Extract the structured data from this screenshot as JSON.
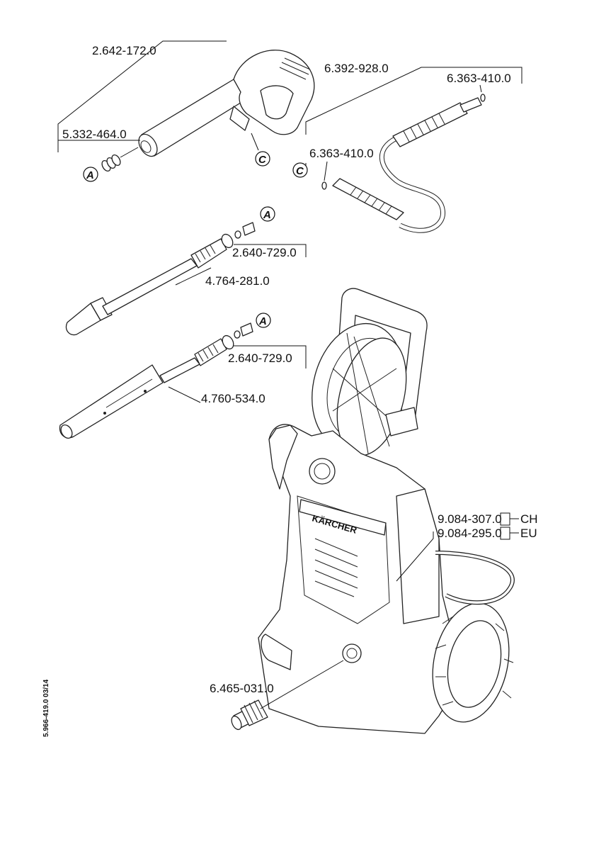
{
  "parts": {
    "trigger_gun": "2.642-172.0",
    "gun_nipple": "5.332-464.0",
    "hose": "6.392-928.0",
    "oring_hose_end": "6.363-410.0",
    "oring_hose_start": "6.363-410.0",
    "spray_lance_oring": "2.640-729.0",
    "dirt_blaster_lance": "4.764-281.0",
    "vario_lance_oring": "2.640-729.0",
    "vario_lance": "4.760-534.0",
    "power_cord_ch": "9.084-307.0",
    "power_cord_eu": "9.084-295.0",
    "water_inlet_coupling": "6.465-031.0"
  },
  "variants": {
    "ch": "CH",
    "eu": "EU"
  },
  "refs": {
    "a": "A",
    "c": "C"
  },
  "document_code": "5.966-419.0  03/14",
  "brand_text": "KÄRCHER"
}
